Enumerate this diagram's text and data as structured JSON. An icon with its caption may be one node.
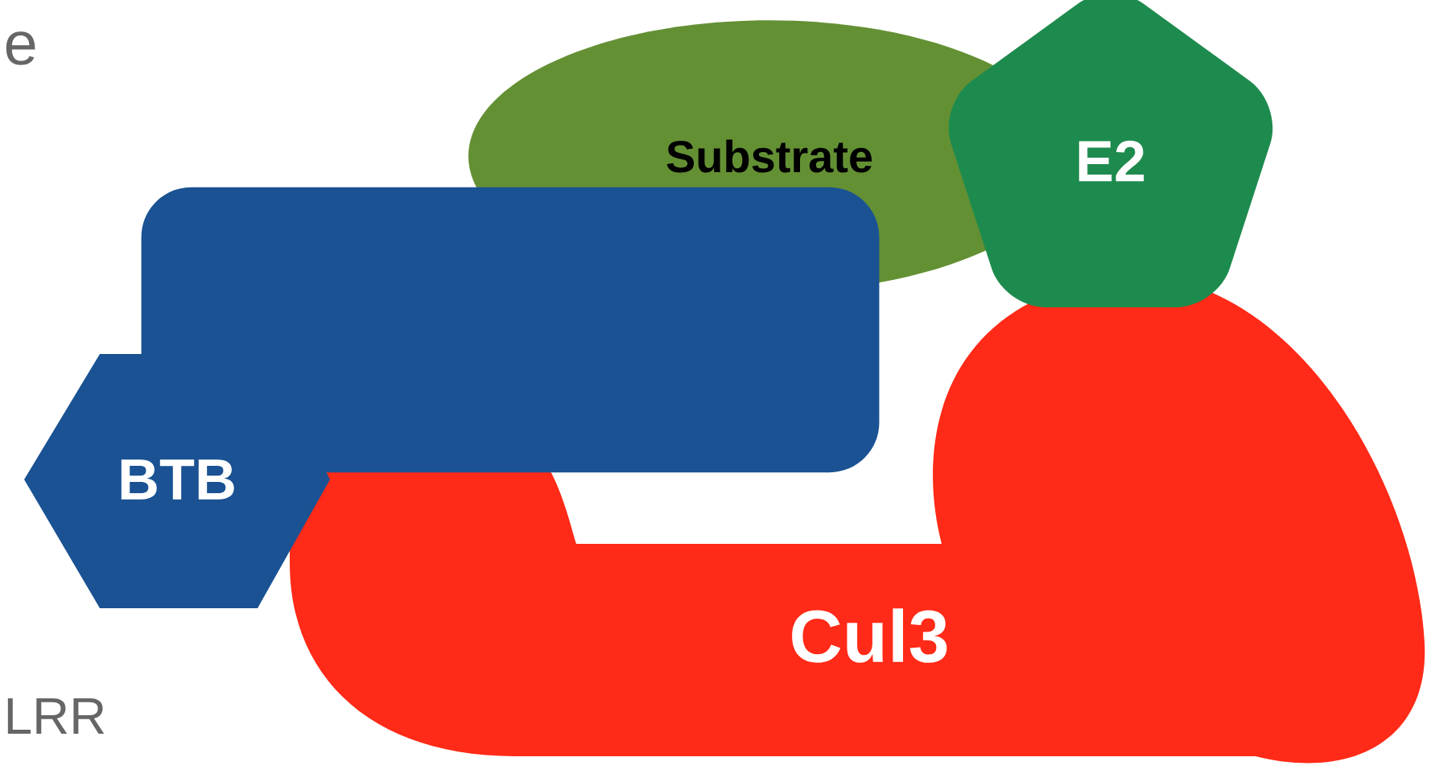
{
  "diagram": {
    "nodes": [
      {
        "text": [
          "Substrate"
        ]
      },
      {
        "text": [
          "E2"
        ]
      },
      {
        "text": [],
        "shape": "box"
      },
      {
        "text": [
          "BTB"
        ]
      },
      {
        "text": [
          "Cul3"
        ]
      }
    ],
    "labels": [
      "e",
      "LRR"
    ]
  }
}
